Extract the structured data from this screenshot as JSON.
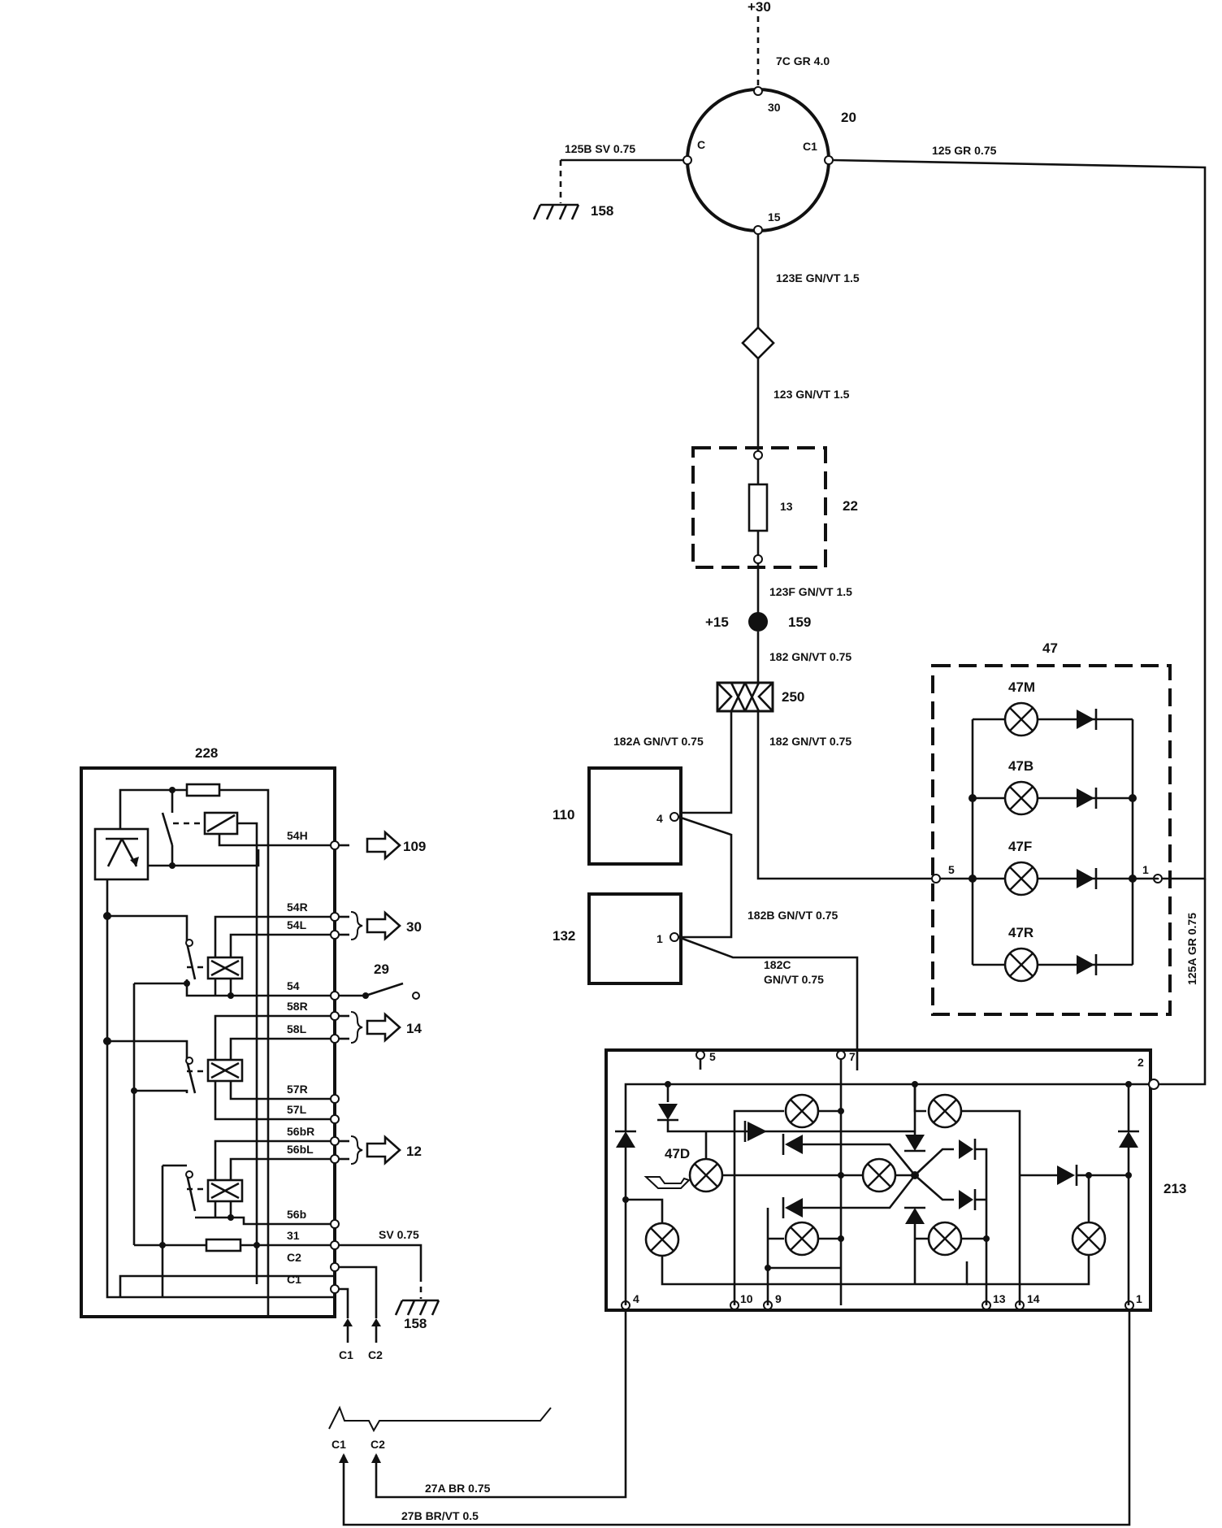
{
  "top_terminal": "+30",
  "ignition_switch": {
    "id": "20",
    "pins": {
      "p30": "30",
      "pC": "C",
      "pC1": "C1",
      "p15": "15"
    }
  },
  "wires": {
    "w7c": "7C GR 4.0",
    "w125b": "125B SV 0.75",
    "w125": "125 GR 0.75",
    "w123e": "123E GN/VT 1.5",
    "w123": "123 GN/VT 1.5",
    "w123f": "123F GN/VT 1.5",
    "w182": "182 GN/VT 0.75",
    "w182a": "182A GN/VT 0.75",
    "w182_b": "182 GN/VT 0.75",
    "w182b": "182B GN/VT 0.75",
    "w182c_1": "182C",
    "w182c_2": "GN/VT 0.75",
    "w125a": "125A GR 0.75",
    "wsv": "SV 0.75",
    "w27a": "27A BR 0.75",
    "w27b": "27B BR/VT 0.5"
  },
  "ground_158": "158",
  "fuse_box": {
    "id": "22",
    "fuse": "13"
  },
  "splice": {
    "plus15": "+15",
    "id": "159"
  },
  "connector_250": "250",
  "box_110": {
    "id": "110",
    "pin": "4"
  },
  "box_132": {
    "id": "132",
    "pin": "1"
  },
  "lamp_group_47": {
    "id": "47",
    "lamps": [
      "47M",
      "47B",
      "47F",
      "47R"
    ],
    "pin_left": "5",
    "pin_right": "1"
  },
  "relay_228": {
    "id": "228",
    "terminals": [
      "54H",
      "54R",
      "54L",
      "54",
      "58R",
      "58L",
      "57R",
      "57L",
      "56bR",
      "56bL",
      "56b",
      "31",
      "C2",
      "C1"
    ],
    "arrows": {
      "a109": "109",
      "a30": "30",
      "a14": "14",
      "a12": "12"
    },
    "switch_29": "29",
    "bottom_c1": "C1",
    "bottom_c2": "C2"
  },
  "module_213": {
    "id": "213",
    "pins": {
      "p5": "5",
      "p7": "7",
      "p2": "2",
      "p4": "4",
      "p10": "10",
      "p9": "9",
      "p13": "13",
      "p14": "14",
      "p1": "1"
    },
    "lamp_label": "47D"
  },
  "connector_bottom": {
    "c1": "C1",
    "c2": "C2"
  }
}
